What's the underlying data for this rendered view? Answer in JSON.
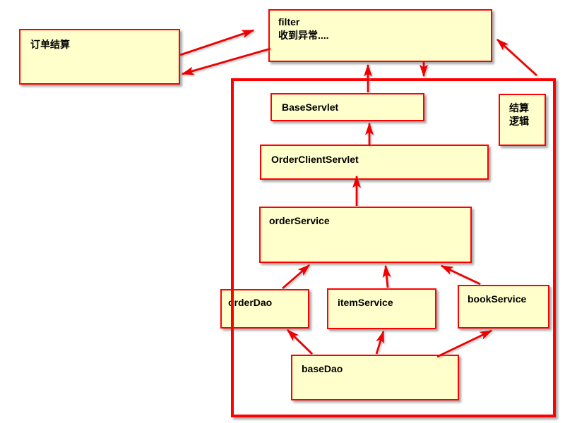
{
  "diagram": {
    "background": "#FFFFFF",
    "colors": {
      "node_fill": "#FFFFCC",
      "node_border": "#FF0000",
      "container_border": "#FF0000",
      "arrow": "#EE0000",
      "text": "#000000"
    },
    "nodes": {
      "order_settlement": {
        "label": "订单结算"
      },
      "filter": {
        "line1": "filter",
        "line2": "收到异常...."
      },
      "settlement_logic": {
        "line1": "结算",
        "line2": "逻辑"
      },
      "base_servlet": {
        "label": "BaseServlet"
      },
      "order_client_servlet": {
        "label": "OrderClientServlet"
      },
      "order_service": {
        "label": "orderService"
      },
      "order_dao": {
        "label": "orderDao"
      },
      "item_service": {
        "label": "itemService"
      },
      "book_service": {
        "label": "bookService"
      },
      "base_dao": {
        "label": "baseDao"
      }
    },
    "edges": [
      {
        "from": "order_settlement",
        "to": "filter"
      },
      {
        "from": "filter",
        "to": "order_settlement"
      },
      {
        "from": "base_servlet",
        "to": "filter"
      },
      {
        "from": "filter",
        "to": "module_container"
      },
      {
        "from": "module_container_top_right",
        "to": "filter"
      },
      {
        "from": "order_client_servlet",
        "to": "base_servlet"
      },
      {
        "from": "order_service",
        "to": "order_client_servlet"
      },
      {
        "from": "order_dao",
        "to": "order_service"
      },
      {
        "from": "item_service",
        "to": "order_service"
      },
      {
        "from": "book_service",
        "to": "order_service"
      },
      {
        "from": "base_dao",
        "to": "order_dao"
      },
      {
        "from": "base_dao",
        "to": "item_service"
      },
      {
        "from": "base_dao",
        "to": "book_service"
      }
    ]
  }
}
